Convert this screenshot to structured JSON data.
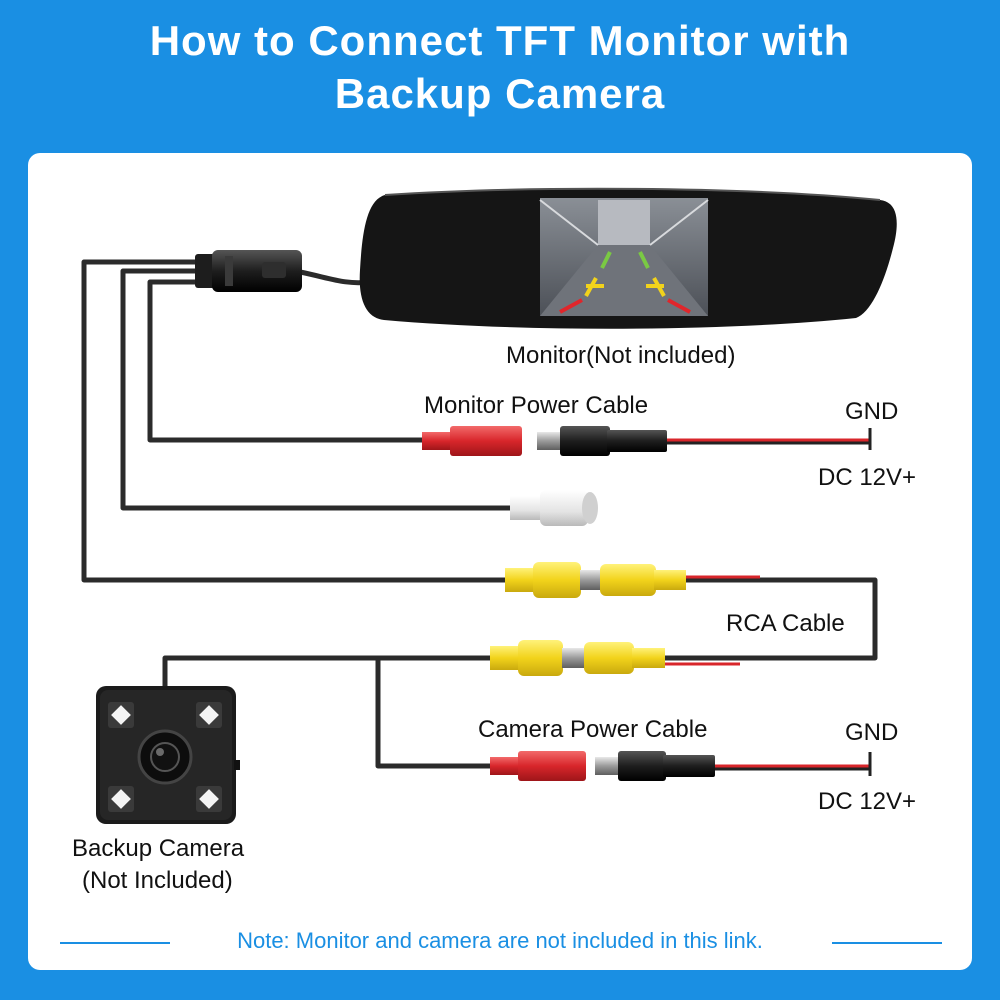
{
  "title": {
    "line1": "How to Connect TFT Monitor with",
    "line2": "Backup Camera"
  },
  "labels": {
    "monitor": "Monitor(Not included)",
    "monitor_power_cable": "Monitor Power Cable",
    "gnd_top": "GND",
    "dc_top": "DC 12V+",
    "rca_cable": "RCA Cable",
    "camera_power_cable": "Camera Power Cable",
    "gnd_bottom": "GND",
    "dc_bottom": "DC 12V+",
    "backup_camera_line1": "Backup Camera",
    "backup_camera_line2": "(Not Included)"
  },
  "note": "Note: Monitor and camera are not included in this link.",
  "colors": {
    "background": "#1a8fe3",
    "panel": "#ffffff",
    "cable": "#2b2b2b",
    "connector_red": "#d8262b",
    "connector_yellow": "#f2d31b",
    "connector_white": "#f2f2f2",
    "wire_red": "#d8262b"
  }
}
